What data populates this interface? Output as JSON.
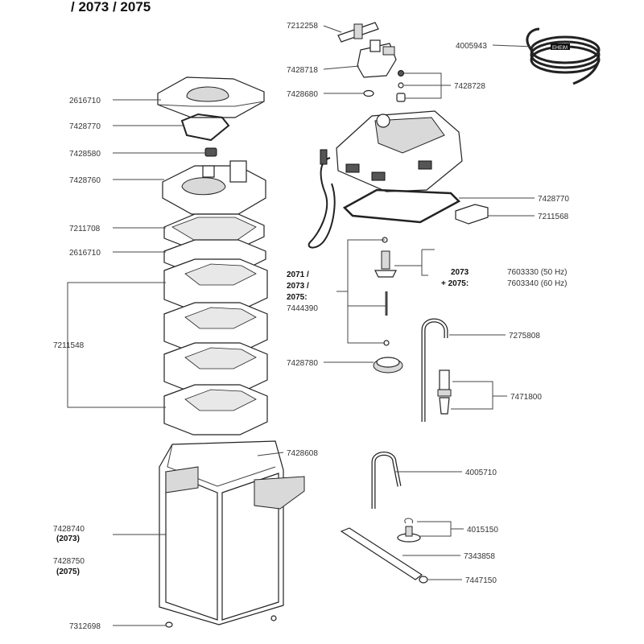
{
  "title": "/ 2073 / 2075",
  "labels": {
    "l7212258": "7212258",
    "l4005943": "4005943",
    "l7428718": "7428718",
    "l7428728": "7428728",
    "l7428680": "7428680",
    "l2616710a": "2616710",
    "l7428770a": "7428770",
    "l7428580": "7428580",
    "l7428760": "7428760",
    "l7428770b": "7428770",
    "l7211568": "7211568",
    "l7211708": "7211708",
    "l2616710b": "2616710",
    "l2071": "2071 /",
    "l2073": "2073 /",
    "l2075": "2075:",
    "l7444390": "7444390",
    "l2073b": "2073",
    "l2075b": "+ 2075:",
    "l7603330": "7603330 (50 Hz)",
    "l7603340": "7603340 (60 Hz)",
    "l7211548": "7211548",
    "l7275808": "7275808",
    "l7428780": "7428780",
    "l7471800": "7471800",
    "l7428608": "7428608",
    "l4005710": "4005710",
    "l7428740": "7428740",
    "l2073c": "(2073)",
    "l7428750": "7428750",
    "l2075c": "(2075)",
    "l4015150": "4015150",
    "l7343858": "7343858",
    "l7447150": "7447150",
    "l7312698": "7312698",
    "hose_brand": "EHEIM"
  }
}
